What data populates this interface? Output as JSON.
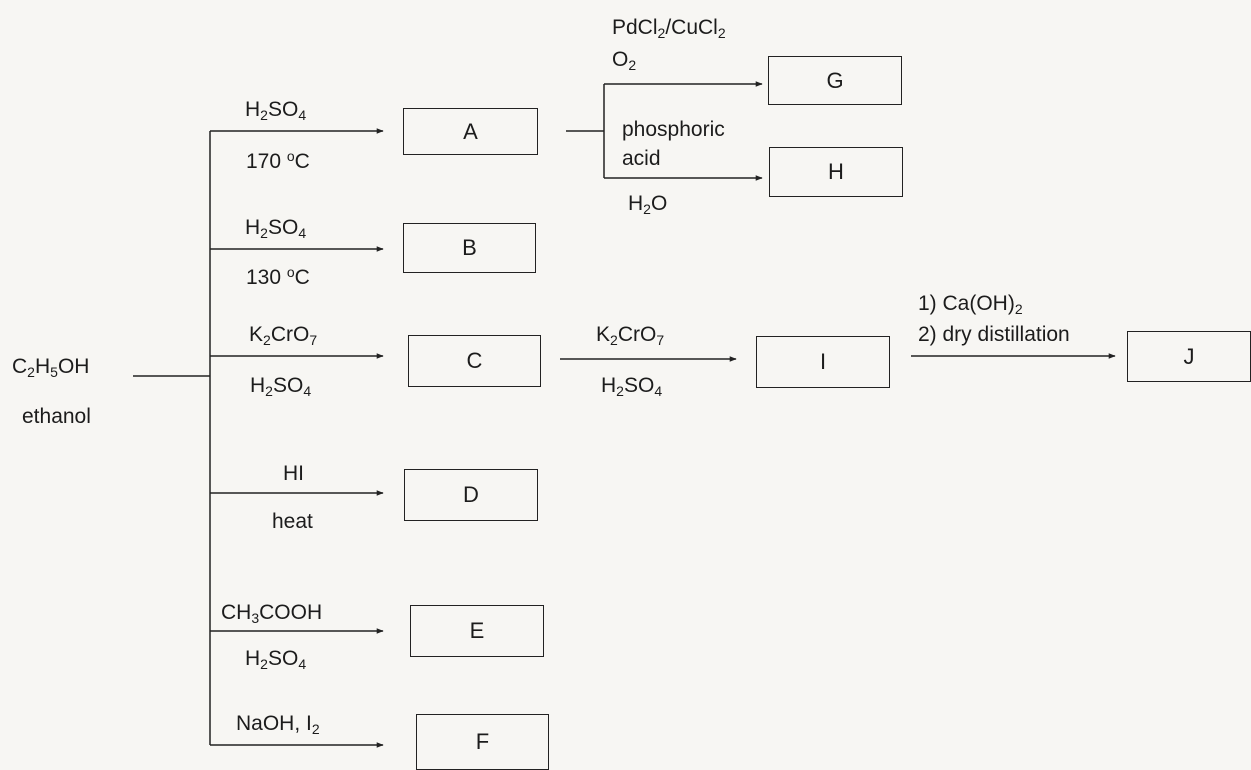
{
  "start": {
    "formula": "C2H5OH",
    "name": "ethanol"
  },
  "products": {
    "A": "A",
    "B": "B",
    "C": "C",
    "D": "D",
    "E": "E",
    "F": "F",
    "G": "G",
    "H": "H",
    "I": "I",
    "J": "J"
  },
  "conditions": {
    "a_top": "H2SO4",
    "a_bottom": "170 °C",
    "b_top": "H2SO4",
    "b_bottom": "130 °C",
    "c_top": "K2CrO7",
    "c_bottom": "H2SO4",
    "d_top": "HI",
    "d_bottom": "heat",
    "e_top": "CH3COOH",
    "e_bottom": "H2SO4",
    "f_top": "NaOH, I2",
    "g_line1": "PdCl2/CuCl2",
    "g_line2": "O2",
    "h_line1": "phosphoric",
    "h_line2": "acid",
    "h_line3": "H2O",
    "i_top": "K2CrO7",
    "i_bottom": "H2SO4",
    "j_line1": "1) Ca(OH)2",
    "j_line2": "2) dry distillation"
  }
}
